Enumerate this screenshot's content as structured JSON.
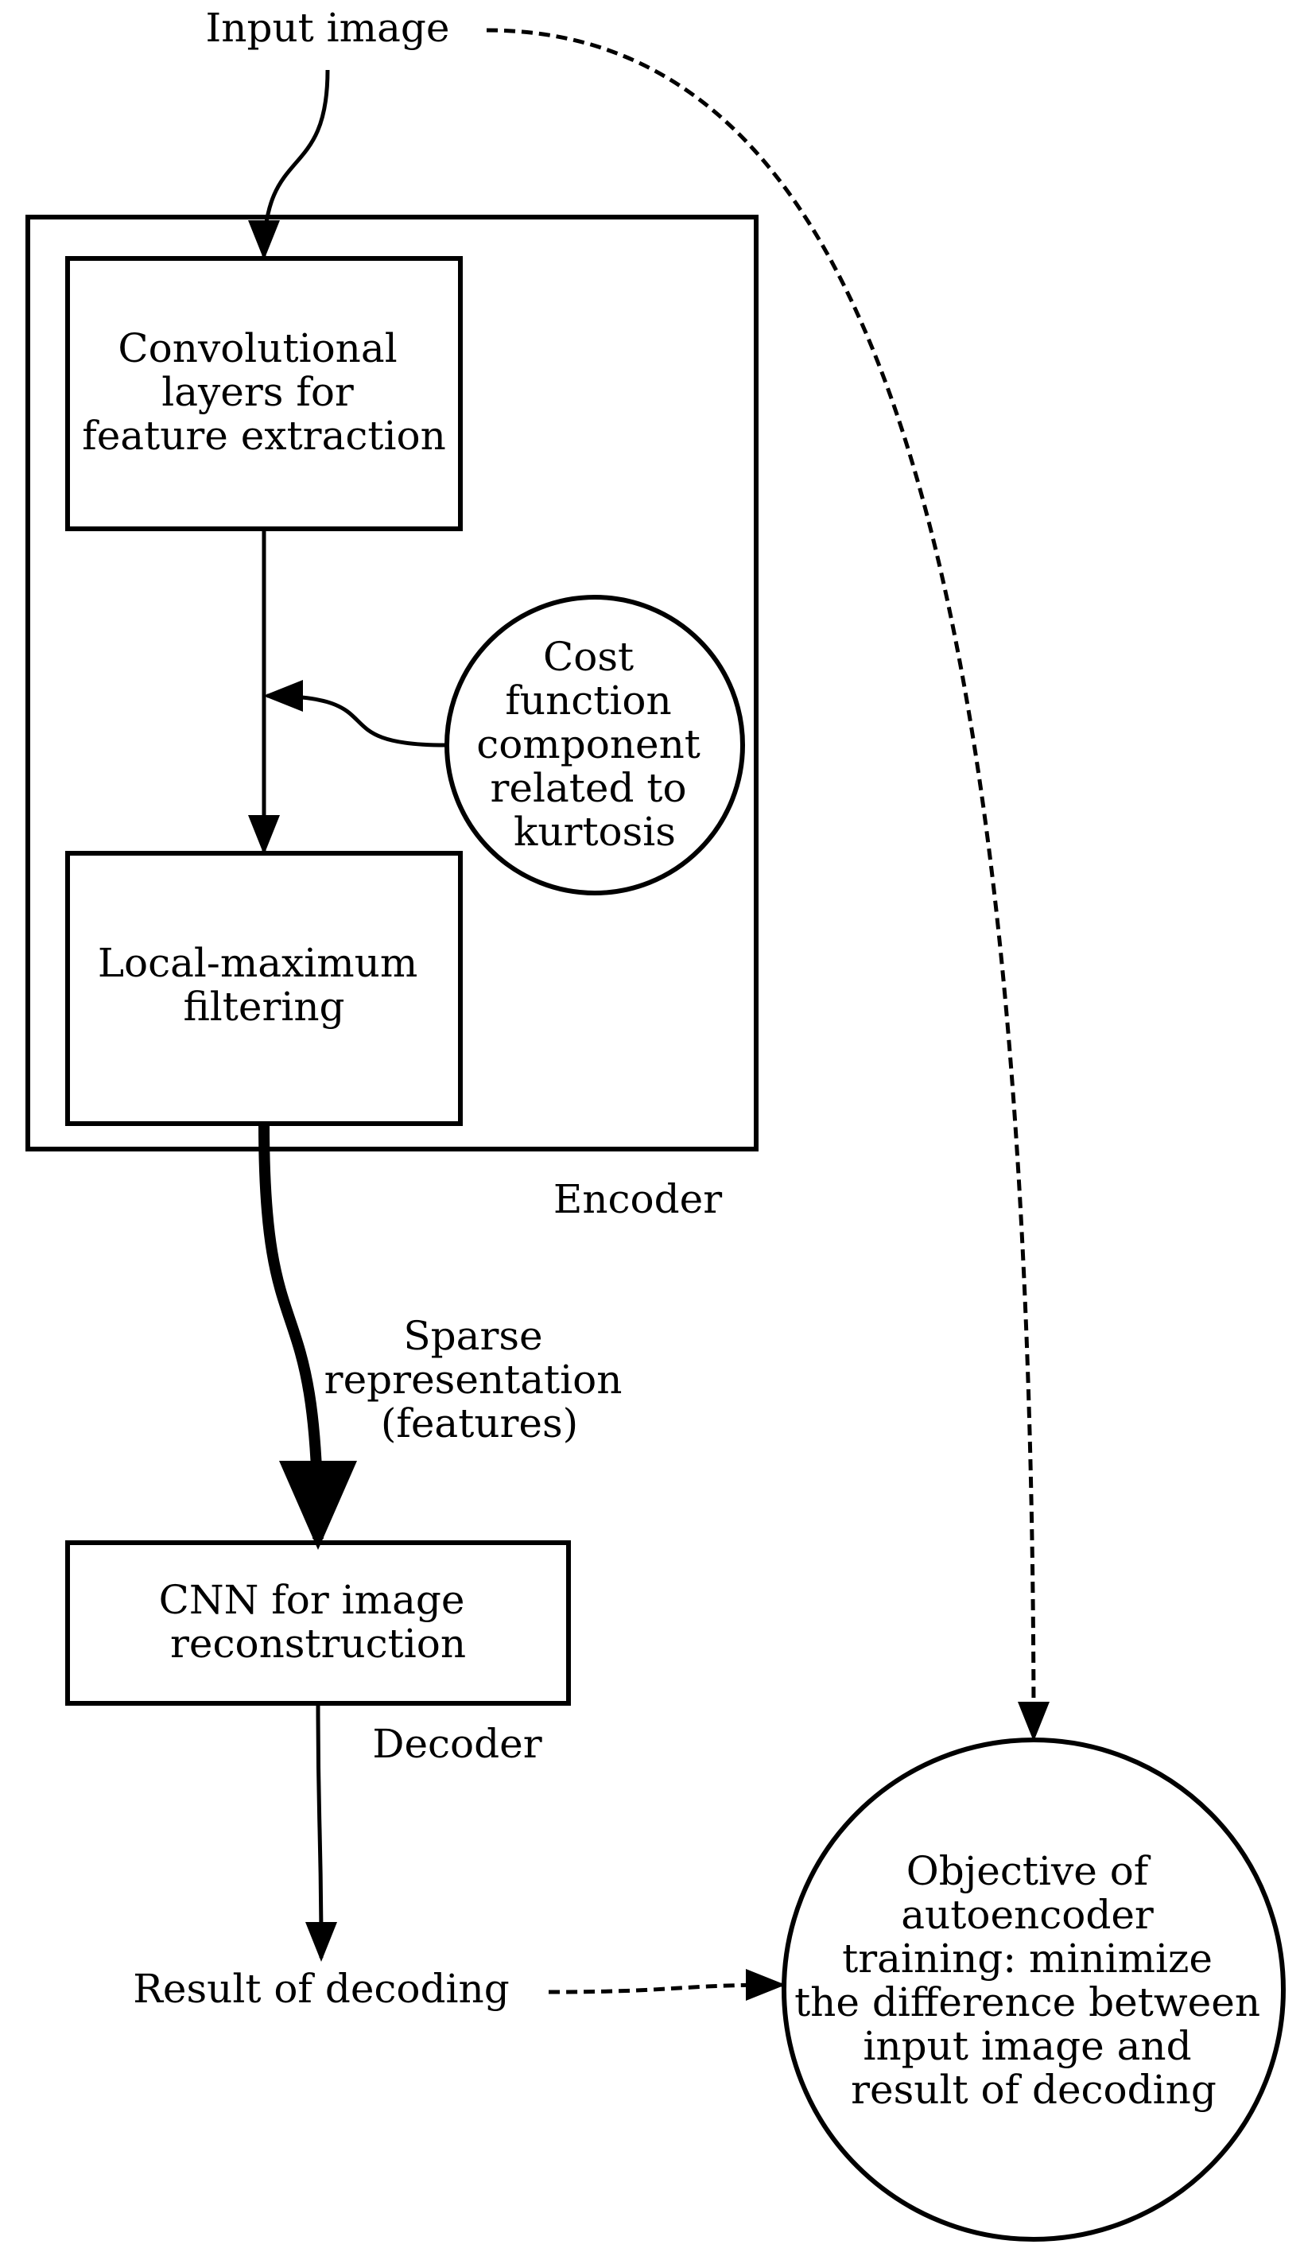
{
  "labels": {
    "input_image": "Input image",
    "encoder": "Encoder",
    "decoder": "Decoder",
    "result_of_decoding": "Result of decoding"
  },
  "boxes": {
    "conv": [
      "Convolutional",
      "layers for",
      "feature extraction"
    ],
    "localmax": [
      "Local-maximum",
      "filtering"
    ],
    "cnn": [
      "CNN for image",
      "reconstruction"
    ]
  },
  "circles": {
    "kurtosis": [
      "Cost",
      "function",
      "component",
      "related to",
      "kurtosis"
    ],
    "objective": [
      "Objective of",
      "autoencoder",
      "training: minimize",
      "the difference between",
      "input image and",
      "result of decoding"
    ]
  },
  "edge_labels": {
    "sparse": [
      "Sparse",
      "representation",
      "(features)"
    ]
  }
}
